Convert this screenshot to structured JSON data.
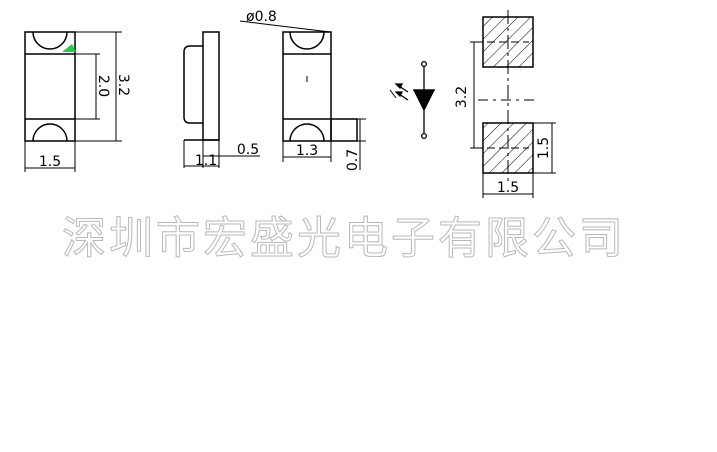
{
  "drawing": {
    "front_view": {
      "width_label": "1.5",
      "length_label": "3.2",
      "pad_span_label": "2.0",
      "indicator_color": "#22cc44"
    },
    "side_view": {
      "height_label": "1.1",
      "offset_label": "0.5"
    },
    "bottom_view": {
      "hole_label": "ø0.8",
      "pad_width_label": "1.3",
      "tab_label": "0.7"
    },
    "symbol": {
      "name": "led-symbol"
    },
    "footprint": {
      "span_label": "3.2",
      "pad_height_label": "1.5",
      "pad_width_label": "1.5"
    }
  },
  "watermark": {
    "text": "深圳市宏盛光电子有限公司"
  }
}
